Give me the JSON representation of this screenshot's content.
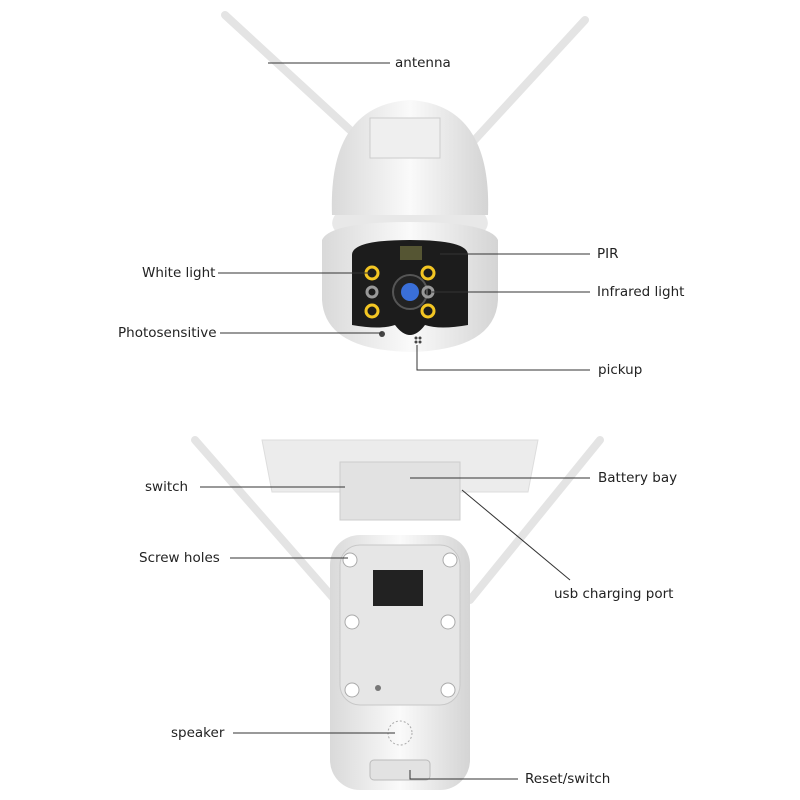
{
  "labels": {
    "antenna": "antenna",
    "pir": "PIR",
    "white_light": "White light",
    "infrared_light": "Infrared light",
    "photosensitive": "Photosensitive",
    "pickup": "pickup",
    "switch": "switch",
    "battery_bay": "Battery bay",
    "screw_holes": "Screw holes",
    "usb_charging_port": "usb charging port",
    "speaker": "speaker",
    "reset_switch": "Reset/switch"
  },
  "colors": {
    "body": "#f2f2f2",
    "shadow": "#d6d6d6",
    "led_yellow": "#f3c623",
    "lens_blue": "#3a6fd8",
    "leader_line": "#333333"
  }
}
